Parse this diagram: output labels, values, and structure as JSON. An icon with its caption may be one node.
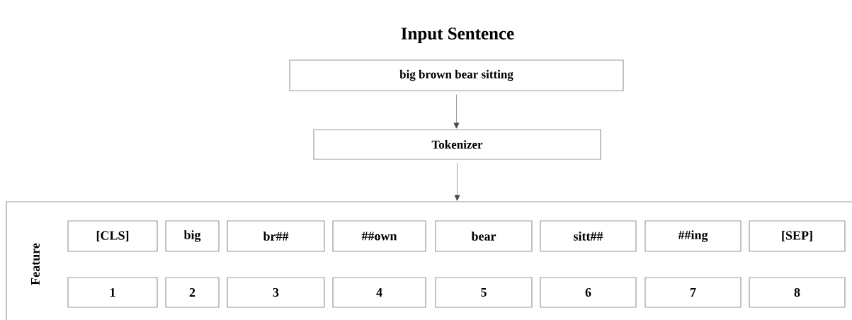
{
  "diagram": {
    "title": "Input Sentence",
    "nodes": [
      {
        "text": [
          "big brown bear sitting"
        ]
      },
      {
        "text": [
          "Tokenizer"
        ]
      },
      {
        "text": [
          "Feature"
        ]
      },
      {
        "text": [
          "[CLS]"
        ],
        "in": 2
      },
      {
        "text": [
          "big"
        ],
        "in": 2
      },
      {
        "text": [
          "br##"
        ],
        "in": 2
      },
      {
        "text": [
          "##own"
        ],
        "in": 2
      },
      {
        "text": [
          "bear"
        ],
        "in": 2
      },
      {
        "text": [
          "sitt##"
        ],
        "in": 2
      },
      {
        "text": [
          "##ing"
        ],
        "in": 2
      },
      {
        "text": [
          "[SEP]"
        ],
        "in": 2
      },
      {
        "text": [
          "1"
        ],
        "in": 2
      },
      {
        "text": [
          "2"
        ],
        "in": 2
      },
      {
        "text": [
          "3"
        ],
        "in": 2
      },
      {
        "text": [
          "4"
        ],
        "in": 2
      },
      {
        "text": [
          "5"
        ],
        "in": 2
      },
      {
        "text": [
          "6"
        ],
        "in": 2
      },
      {
        "text": [
          "7"
        ],
        "in": 2
      },
      {
        "text": [
          "8"
        ],
        "in": 2
      }
    ],
    "edges": [
      {
        "from": 0,
        "to": 1,
        "arrow": "to"
      },
      {
        "from": 1,
        "to": 2,
        "arrow": "to"
      }
    ]
  }
}
